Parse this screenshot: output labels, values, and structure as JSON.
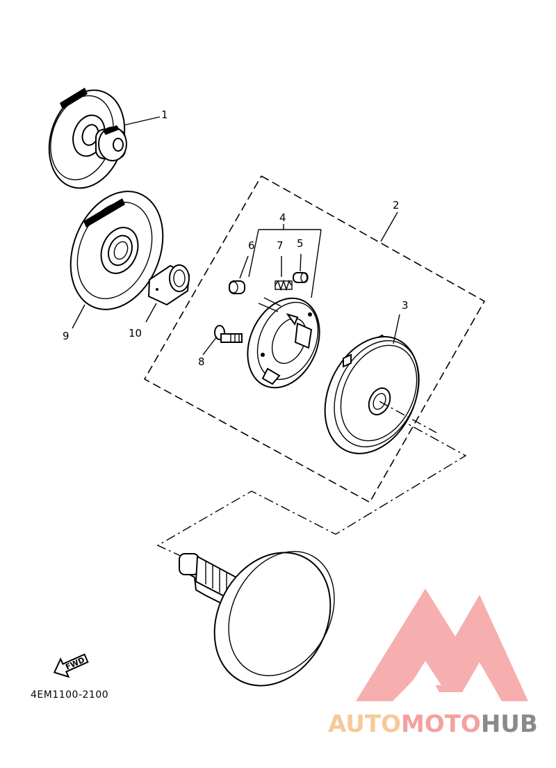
{
  "callouts": {
    "c1": "1",
    "c2": "2",
    "c3": "3",
    "c4": "4",
    "c5": "5",
    "c6": "6",
    "c7": "7",
    "c8": "8",
    "c9": "9",
    "c10": "10"
  },
  "fwd_label": "FWD",
  "diagram_code": "4EM1100-2100",
  "watermark": {
    "part1": "AUTO",
    "part2": "MOTO",
    "part3": "HUB",
    "color_orange": "#f7c99a",
    "color_red": "#f5a0a0",
    "color_gray": "#8a8a8a"
  }
}
